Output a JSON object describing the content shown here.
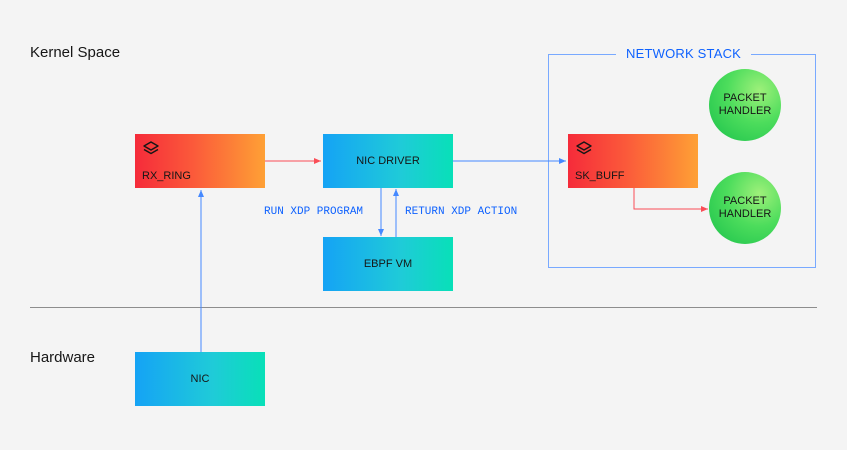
{
  "regions": {
    "kernel": "Kernel Space",
    "hardware": "Hardware"
  },
  "network_stack": {
    "title": "NETWORK STACK"
  },
  "nodes": {
    "rx_ring": "RX_RING",
    "nic_driver": "NIC DRIVER",
    "ebpf_vm": "EBPF VM",
    "sk_buff": "SK_BUFF",
    "nic": "NIC",
    "packet_handler_1": [
      "PACKET",
      "HANDLER"
    ],
    "packet_handler_2": [
      "PACKET",
      "HANDLER"
    ]
  },
  "edge_labels": {
    "run_xdp": "RUN XDP PROGRAM",
    "return_xdp": "RETURN XDP ACTION"
  },
  "colors": {
    "blue_arrow": "#4589ff",
    "red_arrow": "#fa4d56",
    "frame": "#78a9ff",
    "accent_text": "#0f62fe"
  },
  "icons": {
    "rx_ring": "layers-icon",
    "sk_buff": "layers-icon"
  }
}
